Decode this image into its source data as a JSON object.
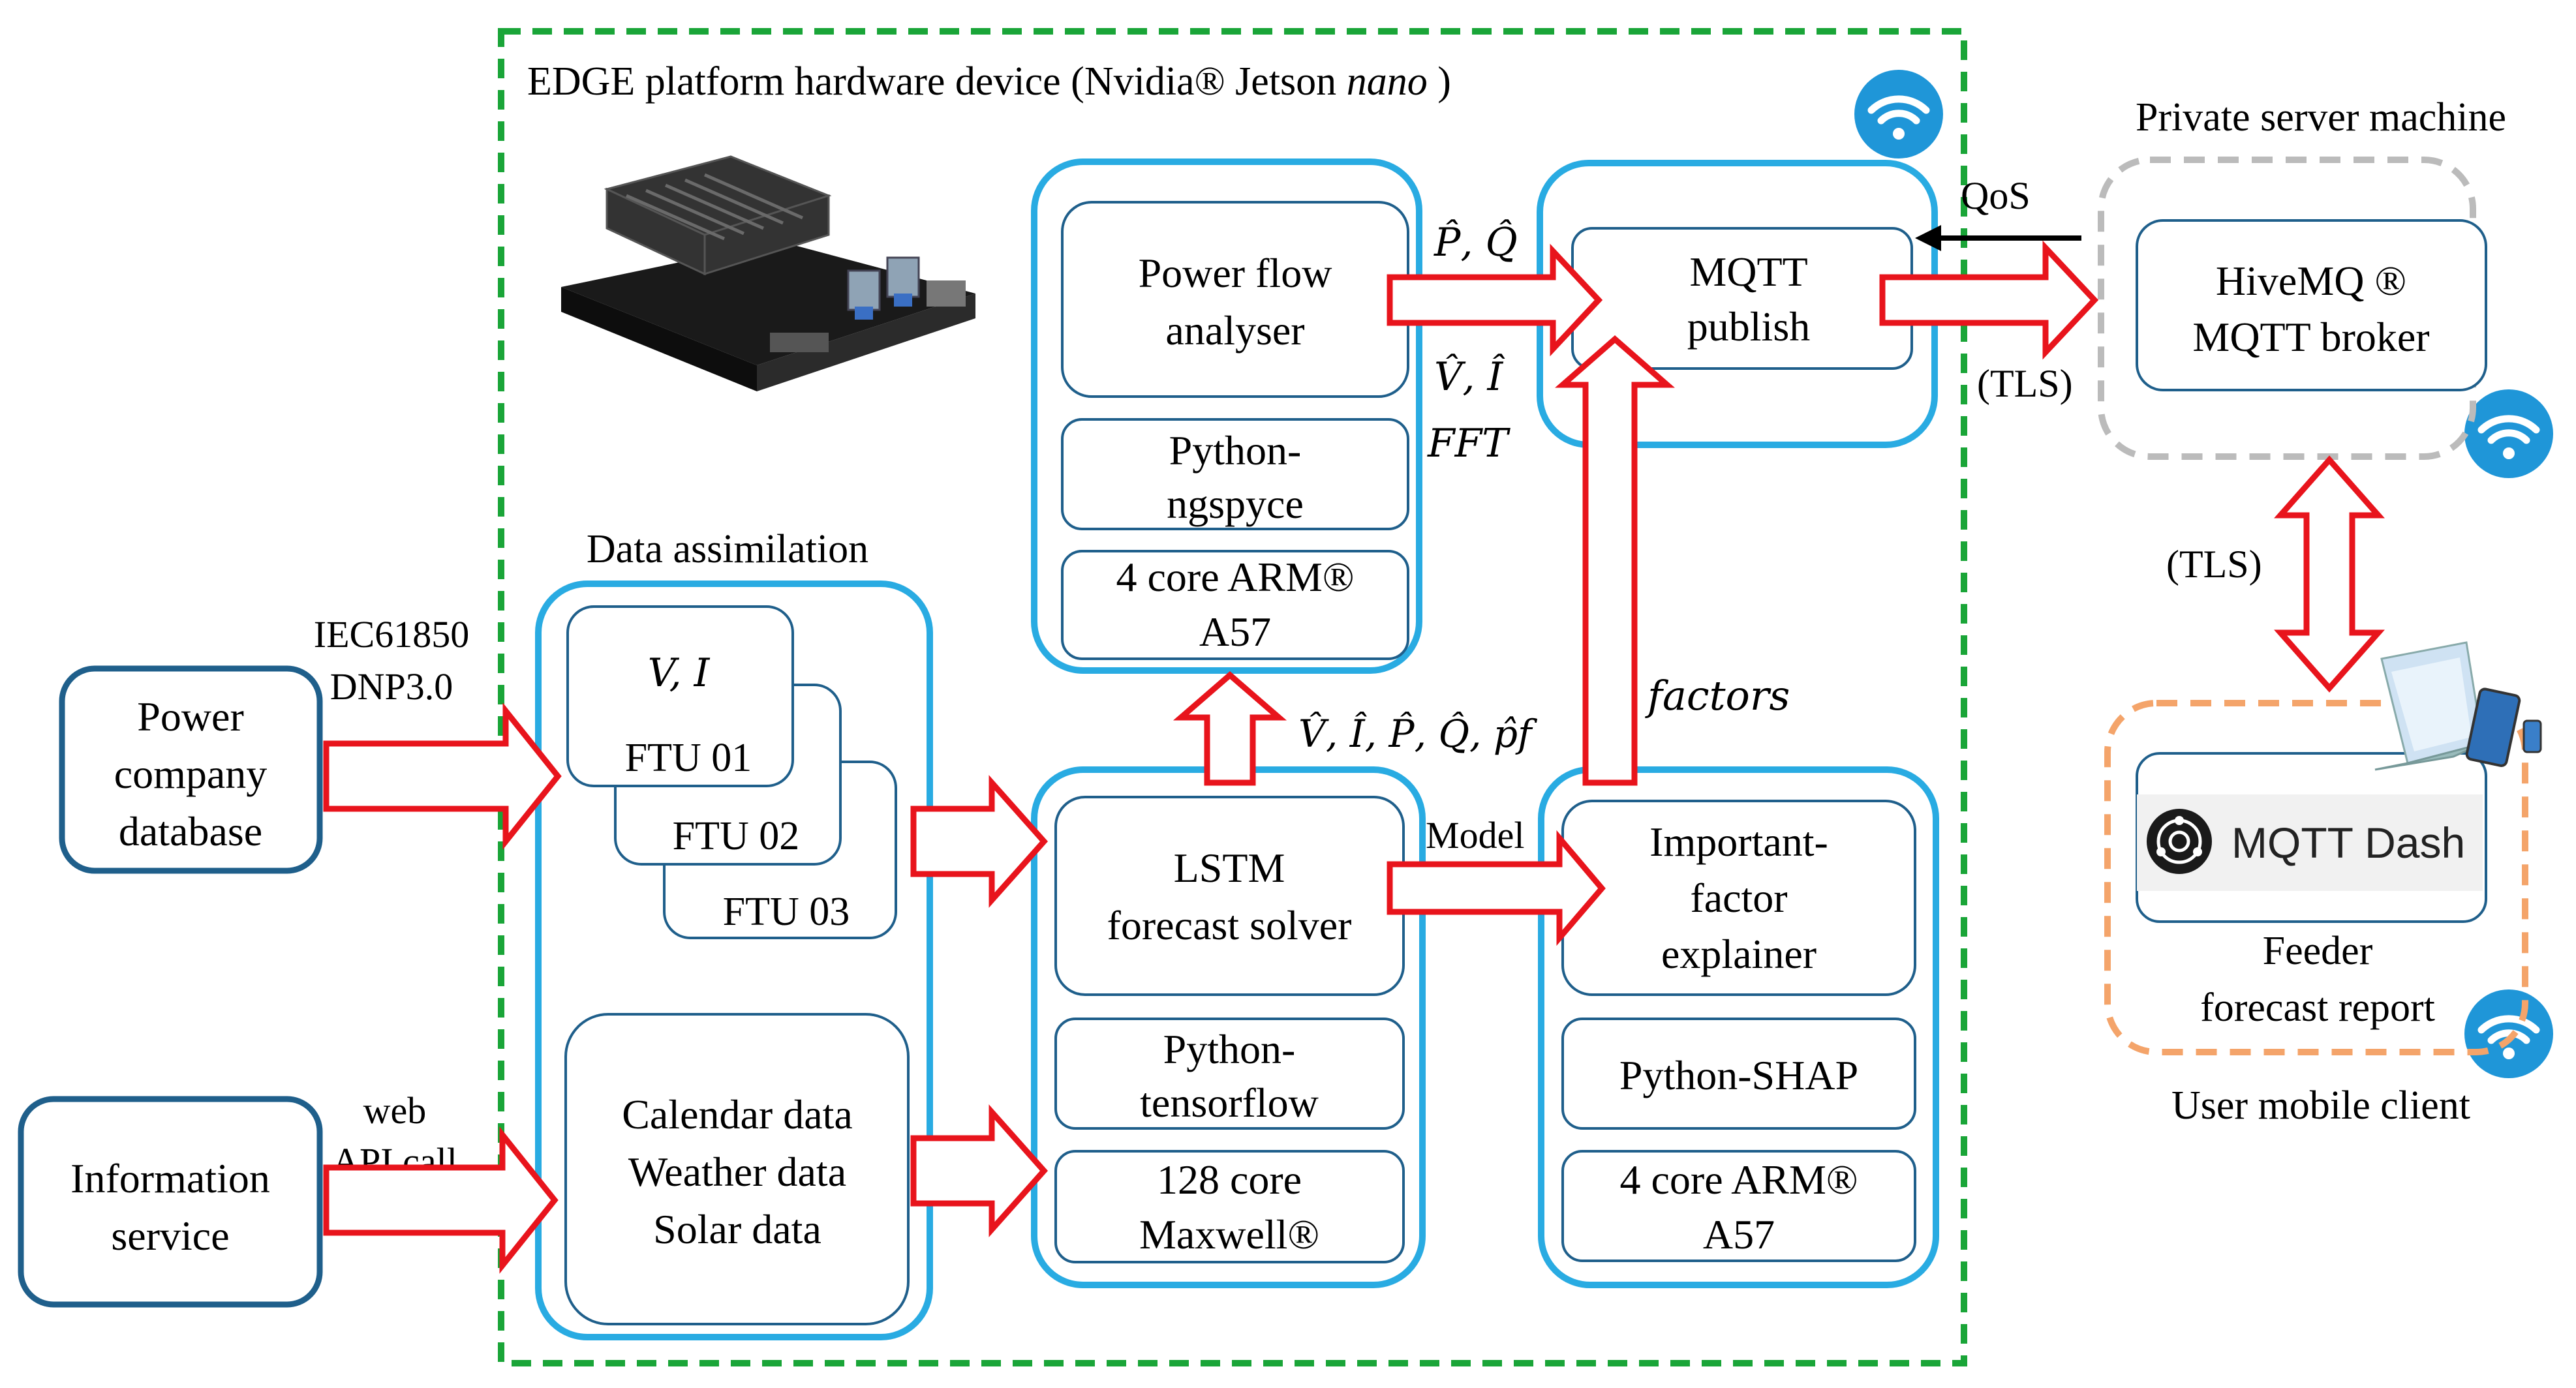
{
  "edge_title_prefix": "EDGE platform hardware device (Nvidia® Jetson ",
  "edge_title_italic": "nano",
  "edge_title_suffix": " )",
  "private_server_label": "Private server machine",
  "user_client_label": "User mobile client",
  "data_assimilation_label": "Data assimilation",
  "power_company": [
    "Power",
    "company",
    "database"
  ],
  "information_service": [
    "Information",
    "service"
  ],
  "protocols": [
    "IEC61850",
    "DNP3.0"
  ],
  "web_api": [
    "web",
    "API call"
  ],
  "ftu": [
    "FTU 01",
    "FTU 02",
    "FTU 03"
  ],
  "vi_symbol": "V, I",
  "calendar": [
    "Calendar data",
    "Weather data",
    "Solar data"
  ],
  "power_flow": [
    "Power flow",
    "analyser"
  ],
  "ngspyce": [
    "Python-",
    "ngspyce"
  ],
  "arm_top": [
    "4 core ARM®",
    "A57"
  ],
  "lstm": [
    "LSTM",
    "forecast solver"
  ],
  "tensorflow": [
    "Python-",
    "tensorflow"
  ],
  "maxwell": [
    "128 core",
    "Maxwell®"
  ],
  "mqtt_publish": [
    "MQTT",
    "publish"
  ],
  "important": [
    "Important-",
    "factor",
    "explainer"
  ],
  "shap": "Python-SHAP",
  "arm_right": [
    "4 core ARM®",
    "A57"
  ],
  "hivemq": [
    "HiveMQ ®",
    "MQTT broker"
  ],
  "mqtt_dash": "MQTT Dash",
  "feeder": [
    "Feeder",
    "forecast report"
  ],
  "pq_hat": "P̂, Q̂",
  "vi_hat": "V̂, Î",
  "fft": "FFT",
  "forecast_vars": "V̂, Î, P̂, Q̂, p̂f",
  "factors": "factors",
  "model": "Model",
  "qos": "QoS",
  "tls": "(TLS)",
  "colors": {
    "blue_box": "#29abe2",
    "dark_blue": "#1f5f8b",
    "green": "#1aa538",
    "red": "#e8141c",
    "orange": "#f4a46a",
    "gray": "#bbbbbb"
  }
}
